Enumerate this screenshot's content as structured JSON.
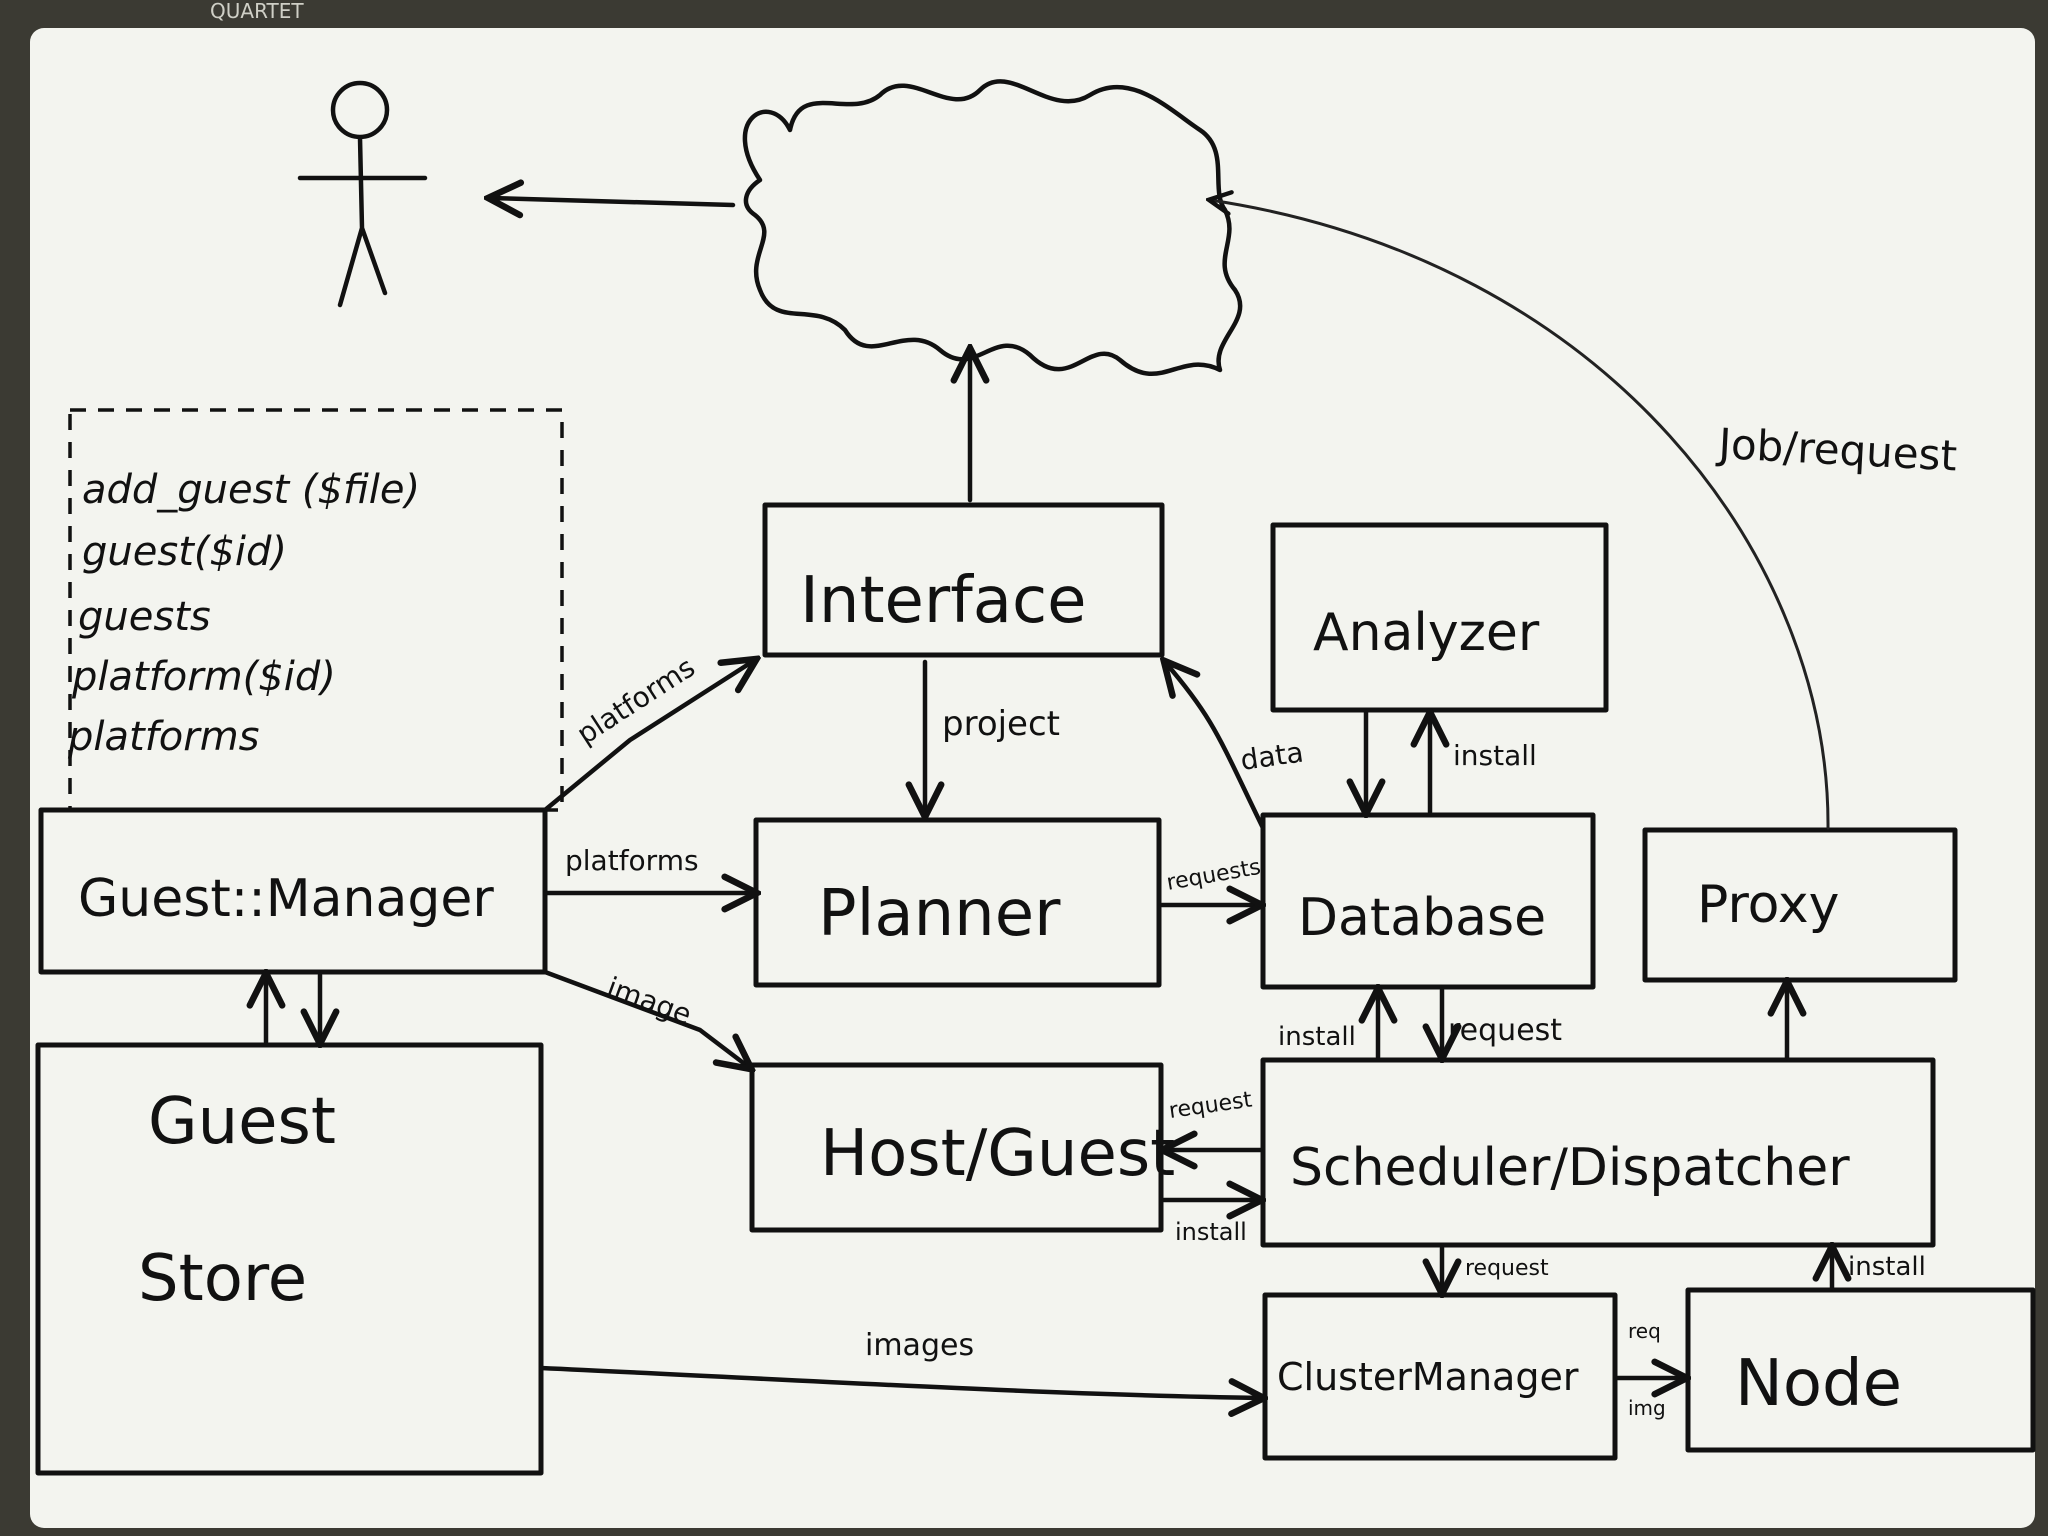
{
  "board": {
    "brand_text": "QUARTET",
    "colors": {
      "board": "#f3f4ef",
      "marker": "#111111",
      "frame": "#3b3a33"
    }
  },
  "api_list": [
    "add_guest ($file)",
    "guest($id)",
    "guests",
    "platform($id)",
    "platforms"
  ],
  "nodes": {
    "interface": "Interface",
    "analyzer": "Analyzer",
    "guest_manager": "Guest::Manager",
    "planner": "Planner",
    "database": "Database",
    "proxy": "Proxy",
    "host_guest": "Host/Guest",
    "scheduler": "Scheduler/Dispatcher",
    "guest_store_line1": "Guest",
    "guest_store_line2": "Store",
    "cluster_manager": "ClusterManager",
    "node": "Node"
  },
  "edges": {
    "platforms_to_interface": "platforms",
    "platforms_to_planner": "platforms",
    "image": "image",
    "project": "project",
    "data": "data",
    "requests": "requests",
    "install_analyzer": "install",
    "install_database": "install",
    "request_database": "request",
    "request_host": "request",
    "install_host": "install",
    "request_cluster": "request",
    "install_node": "install",
    "images": "images",
    "req": "req",
    "img": "img",
    "job_request": "Job/request"
  }
}
